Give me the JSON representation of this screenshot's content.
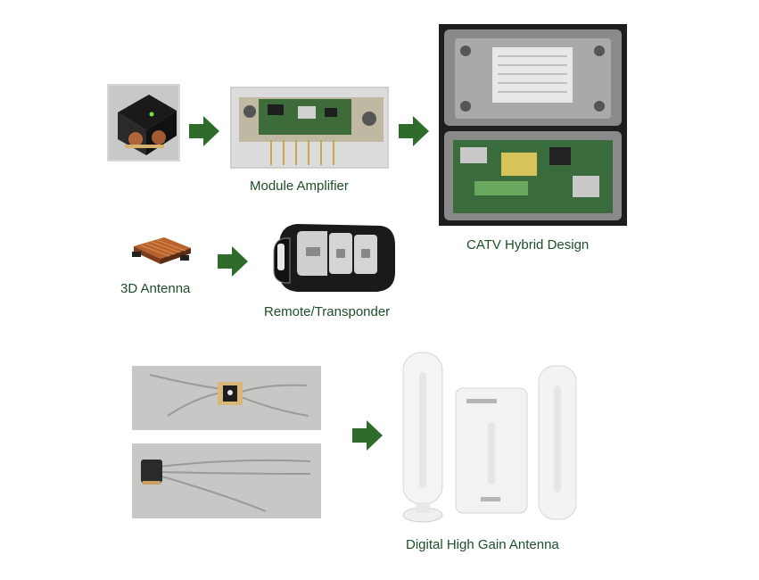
{
  "labels": {
    "module_amplifier": "Module Amplifier",
    "catv_hybrid_design": "CATV Hybrid Design",
    "antenna_3d": "3D Antenna",
    "remote_transponder": "Remote/Transponder",
    "digital_high_gain_antenna": "Digital High Gain Antenna"
  },
  "colors": {
    "label_text": "#1f4e2a",
    "arrow_fill": "#2f6b2a"
  },
  "icons": [
    "right-arrow-icon"
  ]
}
